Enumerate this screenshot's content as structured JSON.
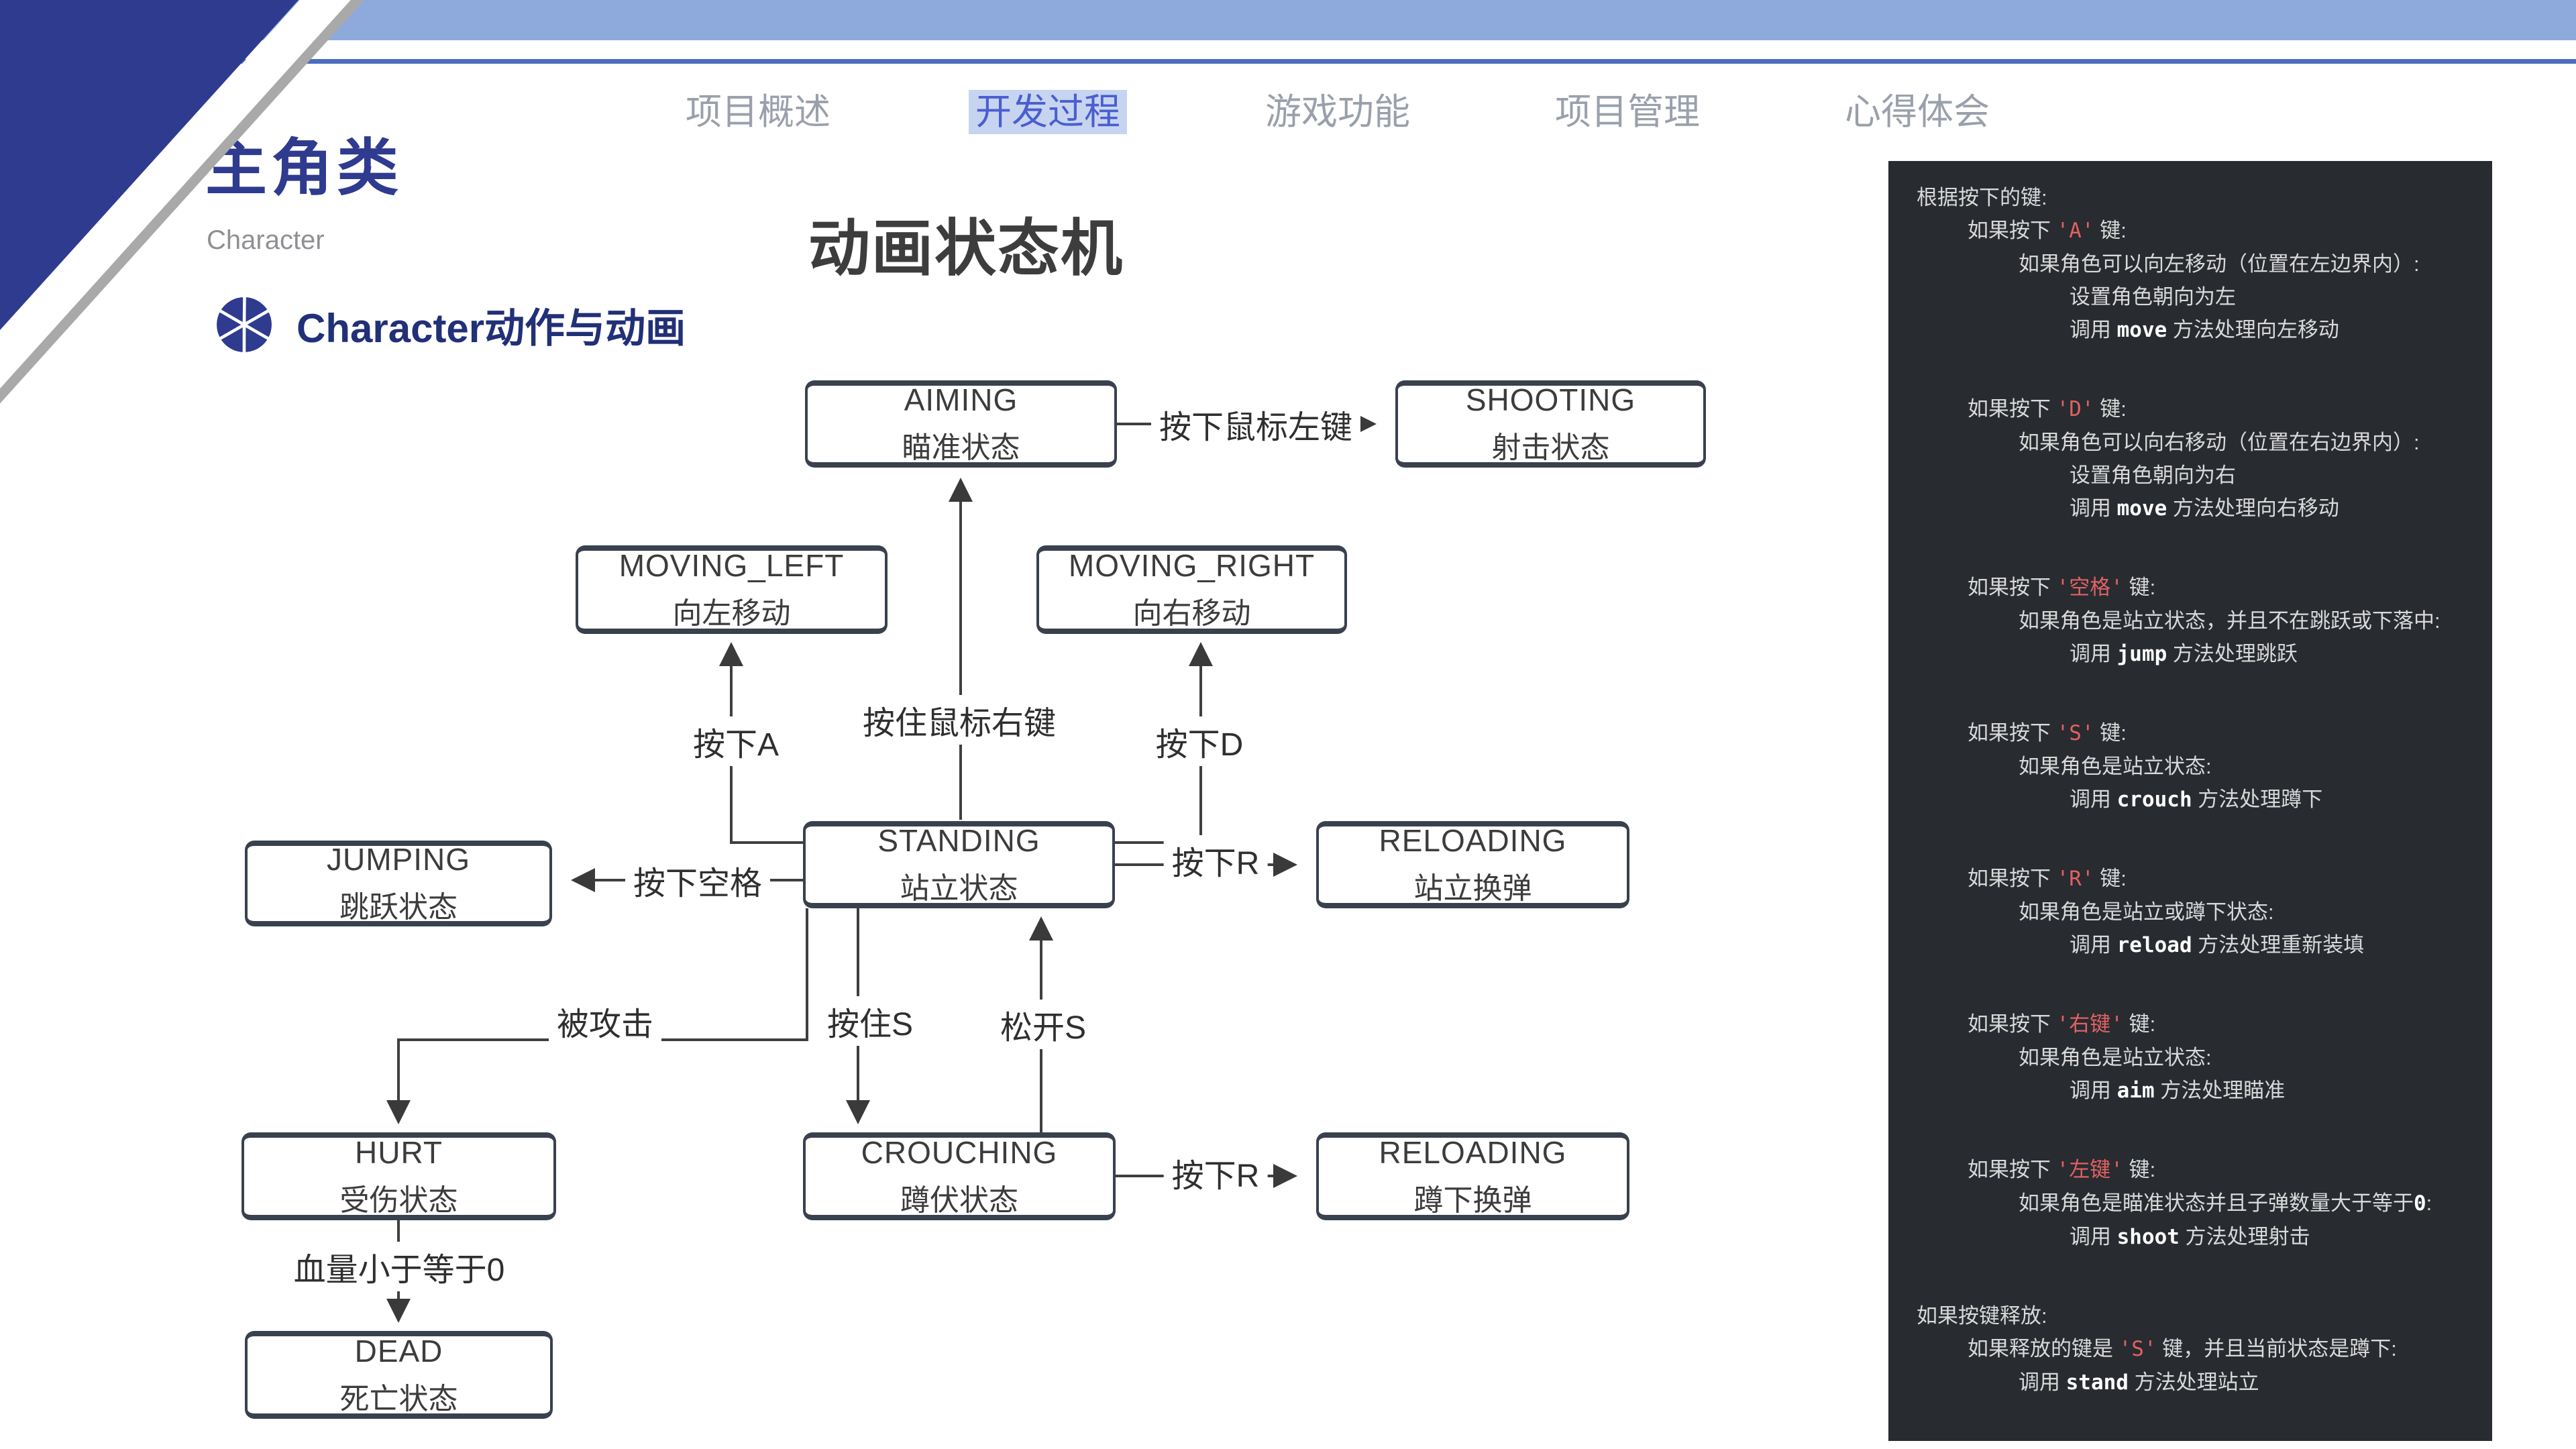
{
  "colors": {
    "accent-navy": "#2e3b8f",
    "band-blue": "#8ea9dc",
    "rule-blue": "#4a6dbf",
    "stripe-gray": "#a9a9a9",
    "nav-text": "#9aa0ab",
    "nav-active-bg": "#c6d4ef",
    "nav-active-text": "#4a5ed0",
    "panel-bg": "#282b30",
    "code-text": "#d9d9d9",
    "code-keyword": "#e06262",
    "code-method": "#ffffff",
    "box-border": "#39414e",
    "line-color": "#3f3f3f"
  },
  "nav": {
    "items": [
      {
        "label": "项目概述",
        "active": false
      },
      {
        "label": "开发过程",
        "active": true
      },
      {
        "label": "游戏功能",
        "active": false
      },
      {
        "label": "项目管理",
        "active": false
      },
      {
        "label": "心得体会",
        "active": false
      }
    ]
  },
  "header": {
    "title": "主角类",
    "subtitle": "Character",
    "section_icon": "aperture-icon",
    "section_title": "Character动作与动画"
  },
  "diagram": {
    "title": "动画状态机",
    "states": {
      "aiming": {
        "name": "AIMING",
        "desc": "瞄准状态"
      },
      "shooting": {
        "name": "SHOOTING",
        "desc": "射击状态"
      },
      "moving_left": {
        "name": "MOVING_LEFT",
        "desc": "向左移动"
      },
      "moving_right": {
        "name": "MOVING_RIGHT",
        "desc": "向右移动"
      },
      "jumping": {
        "name": "JUMPING",
        "desc": "跳跃状态"
      },
      "standing": {
        "name": "STANDING",
        "desc": "站立状态"
      },
      "reloading_stand": {
        "name": "RELOADING",
        "desc": "站立换弹"
      },
      "hurt": {
        "name": "HURT",
        "desc": "受伤状态"
      },
      "crouching": {
        "name": "CROUCHING",
        "desc": "蹲伏状态"
      },
      "reloading_crouch": {
        "name": "RELOADING",
        "desc": "蹲下换弹"
      },
      "dead": {
        "name": "DEAD",
        "desc": "死亡状态"
      }
    },
    "edges": {
      "aim_to_shoot": "按下鼠标左键",
      "stand_to_aim": "按住鼠标右键",
      "press_a": "按下A",
      "press_d": "按下D",
      "press_space": "按下空格",
      "press_r_top": "按下R",
      "attacked": "被攻击",
      "hold_s": "按住S",
      "release_s": "松开S",
      "press_r_bottom": "按下R",
      "hp_zero": "血量小于等于0"
    }
  },
  "code_panel": {
    "lines": [
      {
        "indent": 0,
        "segments": [
          {
            "text": "根据按下的键:",
            "type": "plain"
          }
        ]
      },
      {
        "indent": 1,
        "segments": [
          {
            "text": "如果按下 ",
            "type": "plain"
          },
          {
            "text": "'A'",
            "type": "key"
          },
          {
            "text": " 键:",
            "type": "plain"
          }
        ]
      },
      {
        "indent": 2,
        "segments": [
          {
            "text": "如果角色可以向左移动（位置在左边界内）:",
            "type": "plain"
          }
        ]
      },
      {
        "indent": 3,
        "segments": [
          {
            "text": "设置角色朝向为左",
            "type": "plain"
          }
        ]
      },
      {
        "indent": 3,
        "segments": [
          {
            "text": "调用 ",
            "type": "plain"
          },
          {
            "text": "move",
            "type": "code"
          },
          {
            "text": " 方法处理向左移动",
            "type": "plain"
          }
        ]
      },
      {
        "gap": true
      },
      {
        "indent": 1,
        "segments": [
          {
            "text": "如果按下 ",
            "type": "plain"
          },
          {
            "text": "'D'",
            "type": "key"
          },
          {
            "text": " 键:",
            "type": "plain"
          }
        ]
      },
      {
        "indent": 2,
        "segments": [
          {
            "text": "如果角色可以向右移动（位置在右边界内）:",
            "type": "plain"
          }
        ]
      },
      {
        "indent": 3,
        "segments": [
          {
            "text": "设置角色朝向为右",
            "type": "plain"
          }
        ]
      },
      {
        "indent": 3,
        "segments": [
          {
            "text": "调用 ",
            "type": "plain"
          },
          {
            "text": "move",
            "type": "code"
          },
          {
            "text": " 方法处理向右移动",
            "type": "plain"
          }
        ]
      },
      {
        "gap": true
      },
      {
        "indent": 1,
        "segments": [
          {
            "text": "如果按下 ",
            "type": "plain"
          },
          {
            "text": "'空格'",
            "type": "key"
          },
          {
            "text": " 键:",
            "type": "plain"
          }
        ]
      },
      {
        "indent": 2,
        "segments": [
          {
            "text": "如果角色是站立状态，并且不在跳跃或下落中:",
            "type": "plain"
          }
        ]
      },
      {
        "indent": 3,
        "segments": [
          {
            "text": "调用 ",
            "type": "plain"
          },
          {
            "text": "jump",
            "type": "code"
          },
          {
            "text": " 方法处理跳跃",
            "type": "plain"
          }
        ]
      },
      {
        "gap": true
      },
      {
        "indent": 1,
        "segments": [
          {
            "text": "如果按下 ",
            "type": "plain"
          },
          {
            "text": "'S'",
            "type": "key"
          },
          {
            "text": " 键:",
            "type": "plain"
          }
        ]
      },
      {
        "indent": 2,
        "segments": [
          {
            "text": "如果角色是站立状态:",
            "type": "plain"
          }
        ]
      },
      {
        "indent": 3,
        "segments": [
          {
            "text": "调用 ",
            "type": "plain"
          },
          {
            "text": "crouch",
            "type": "code"
          },
          {
            "text": " 方法处理蹲下",
            "type": "plain"
          }
        ]
      },
      {
        "gap": true
      },
      {
        "indent": 1,
        "segments": [
          {
            "text": "如果按下 ",
            "type": "plain"
          },
          {
            "text": "'R'",
            "type": "key"
          },
          {
            "text": " 键:",
            "type": "plain"
          }
        ]
      },
      {
        "indent": 2,
        "segments": [
          {
            "text": "如果角色是站立或蹲下状态:",
            "type": "plain"
          }
        ]
      },
      {
        "indent": 3,
        "segments": [
          {
            "text": "调用 ",
            "type": "plain"
          },
          {
            "text": "reload",
            "type": "code"
          },
          {
            "text": " 方法处理重新装填",
            "type": "plain"
          }
        ]
      },
      {
        "gap": true
      },
      {
        "indent": 1,
        "segments": [
          {
            "text": "如果按下 ",
            "type": "plain"
          },
          {
            "text": "'右键'",
            "type": "key"
          },
          {
            "text": " 键:",
            "type": "plain"
          }
        ]
      },
      {
        "indent": 2,
        "segments": [
          {
            "text": "如果角色是站立状态:",
            "type": "plain"
          }
        ]
      },
      {
        "indent": 3,
        "segments": [
          {
            "text": "调用 ",
            "type": "plain"
          },
          {
            "text": "aim",
            "type": "code"
          },
          {
            "text": " 方法处理瞄准",
            "type": "plain"
          }
        ]
      },
      {
        "gap": true
      },
      {
        "indent": 1,
        "segments": [
          {
            "text": "如果按下 ",
            "type": "plain"
          },
          {
            "text": "'左键'",
            "type": "key"
          },
          {
            "text": " 键:",
            "type": "plain"
          }
        ]
      },
      {
        "indent": 2,
        "segments": [
          {
            "text": "如果角色是瞄准状态并且子弹数量大于等于",
            "type": "plain"
          },
          {
            "text": "0",
            "type": "code"
          },
          {
            "text": ":",
            "type": "plain"
          }
        ]
      },
      {
        "indent": 3,
        "segments": [
          {
            "text": "调用 ",
            "type": "plain"
          },
          {
            "text": "shoot",
            "type": "code"
          },
          {
            "text": " 方法处理射击",
            "type": "plain"
          }
        ]
      },
      {
        "gap": true
      },
      {
        "indent": 0,
        "segments": [
          {
            "text": "如果按键释放:",
            "type": "plain"
          }
        ]
      },
      {
        "indent": 1,
        "segments": [
          {
            "text": "如果释放的键是 ",
            "type": "plain"
          },
          {
            "text": "'S'",
            "type": "key"
          },
          {
            "text": " 键，并且当前状态是蹲下:",
            "type": "plain"
          }
        ]
      },
      {
        "indent": 2,
        "segments": [
          {
            "text": "调用 ",
            "type": "plain"
          },
          {
            "text": "stand",
            "type": "code"
          },
          {
            "text": " 方法处理站立",
            "type": "plain"
          }
        ]
      }
    ]
  }
}
